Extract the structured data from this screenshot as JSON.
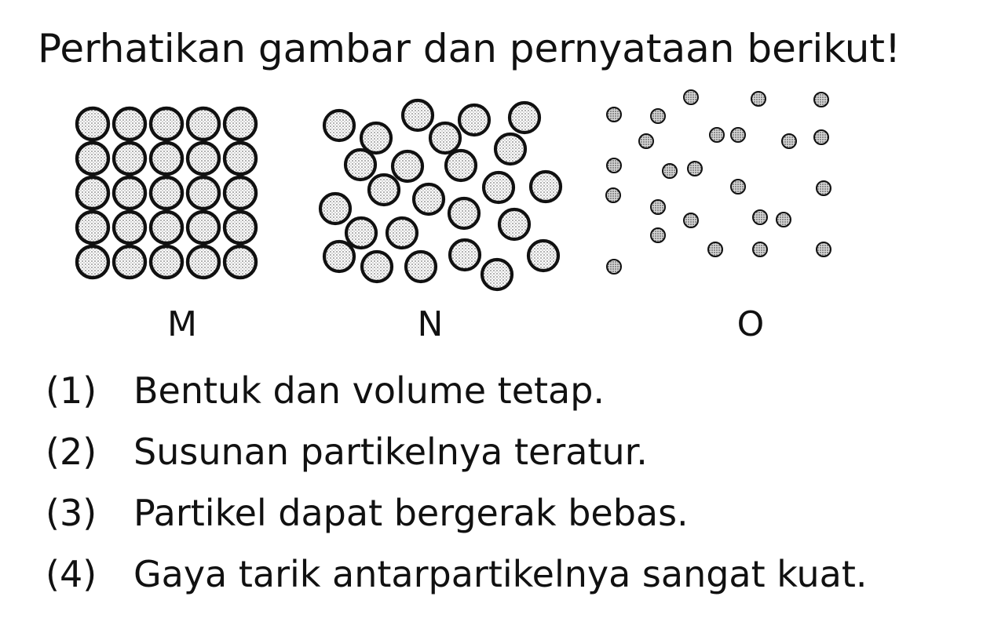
{
  "title": "Perhatikan gambar dan pernyataan berikut!",
  "panels": [
    {
      "label": "M",
      "state": "solid"
    },
    {
      "label": "N",
      "state": "liquid"
    },
    {
      "label": "O",
      "state": "gas"
    }
  ],
  "statements": [
    {
      "number": "(1)",
      "text": "Bentuk dan volume tetap."
    },
    {
      "number": "(2)",
      "text": "Susunan partikelnya teratur."
    },
    {
      "number": "(3)",
      "text": "Partikel dapat bergerak bebas."
    },
    {
      "number": "(4)",
      "text": "Gaya tarik antarpartikelnya sangat kuat."
    }
  ]
}
